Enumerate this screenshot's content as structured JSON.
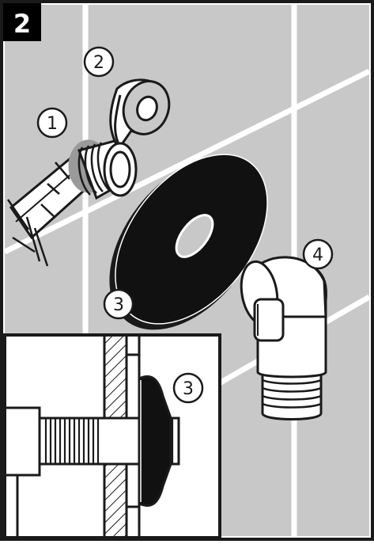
{
  "step": {
    "number": "2"
  },
  "callouts": [
    {
      "id": "c1",
      "label": "1"
    },
    {
      "id": "c2",
      "label": "2"
    },
    {
      "id": "c3a",
      "label": "3"
    },
    {
      "id": "c3b",
      "label": "3"
    },
    {
      "id": "c4",
      "label": "4"
    }
  ],
  "colors": {
    "wall": "#c8c8c8",
    "grout": "#ffffff",
    "outline": "#1a1a1a",
    "part_fill": "#ffffff",
    "flange": "#111111",
    "badge": "#000000"
  }
}
